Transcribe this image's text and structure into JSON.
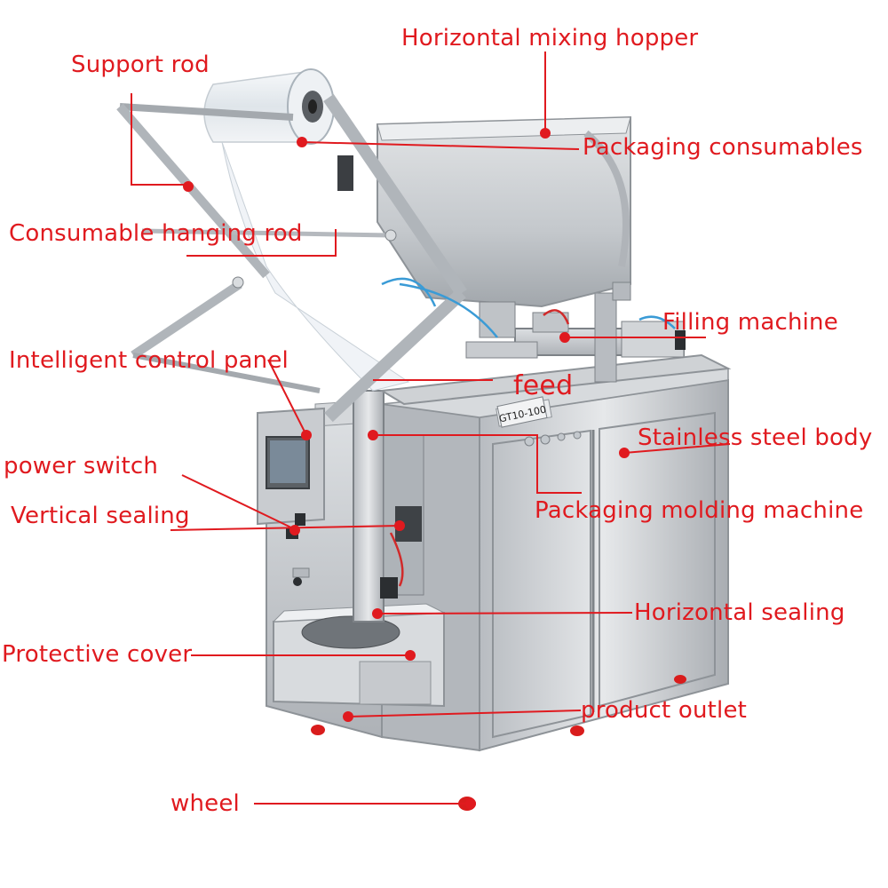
{
  "colors": {
    "annotation": "#e01a1f",
    "steel": "#c9ccd0",
    "steel_dark": "#8e9398",
    "background": "#ffffff"
  },
  "machine": {
    "model_plate": "GT10-100"
  },
  "labels": {
    "support_rod": "Support rod",
    "hopper": "Horizontal mixing hopper",
    "consumables": "Packaging consumables",
    "hanging_rod": "Consumable hanging rod",
    "filling_machine": "Filling machine",
    "control_panel": "Intelligent control panel",
    "feed": "feed",
    "steel_body": "Stainless steel body",
    "power_switch": "power switch",
    "molding_machine": "Packaging molding machine",
    "vertical_sealing": "Vertical sealing",
    "horizontal_sealing": "Horizontal sealing",
    "protective_cover": "Protective cover",
    "product_outlet": "product outlet",
    "wheel": "wheel"
  }
}
